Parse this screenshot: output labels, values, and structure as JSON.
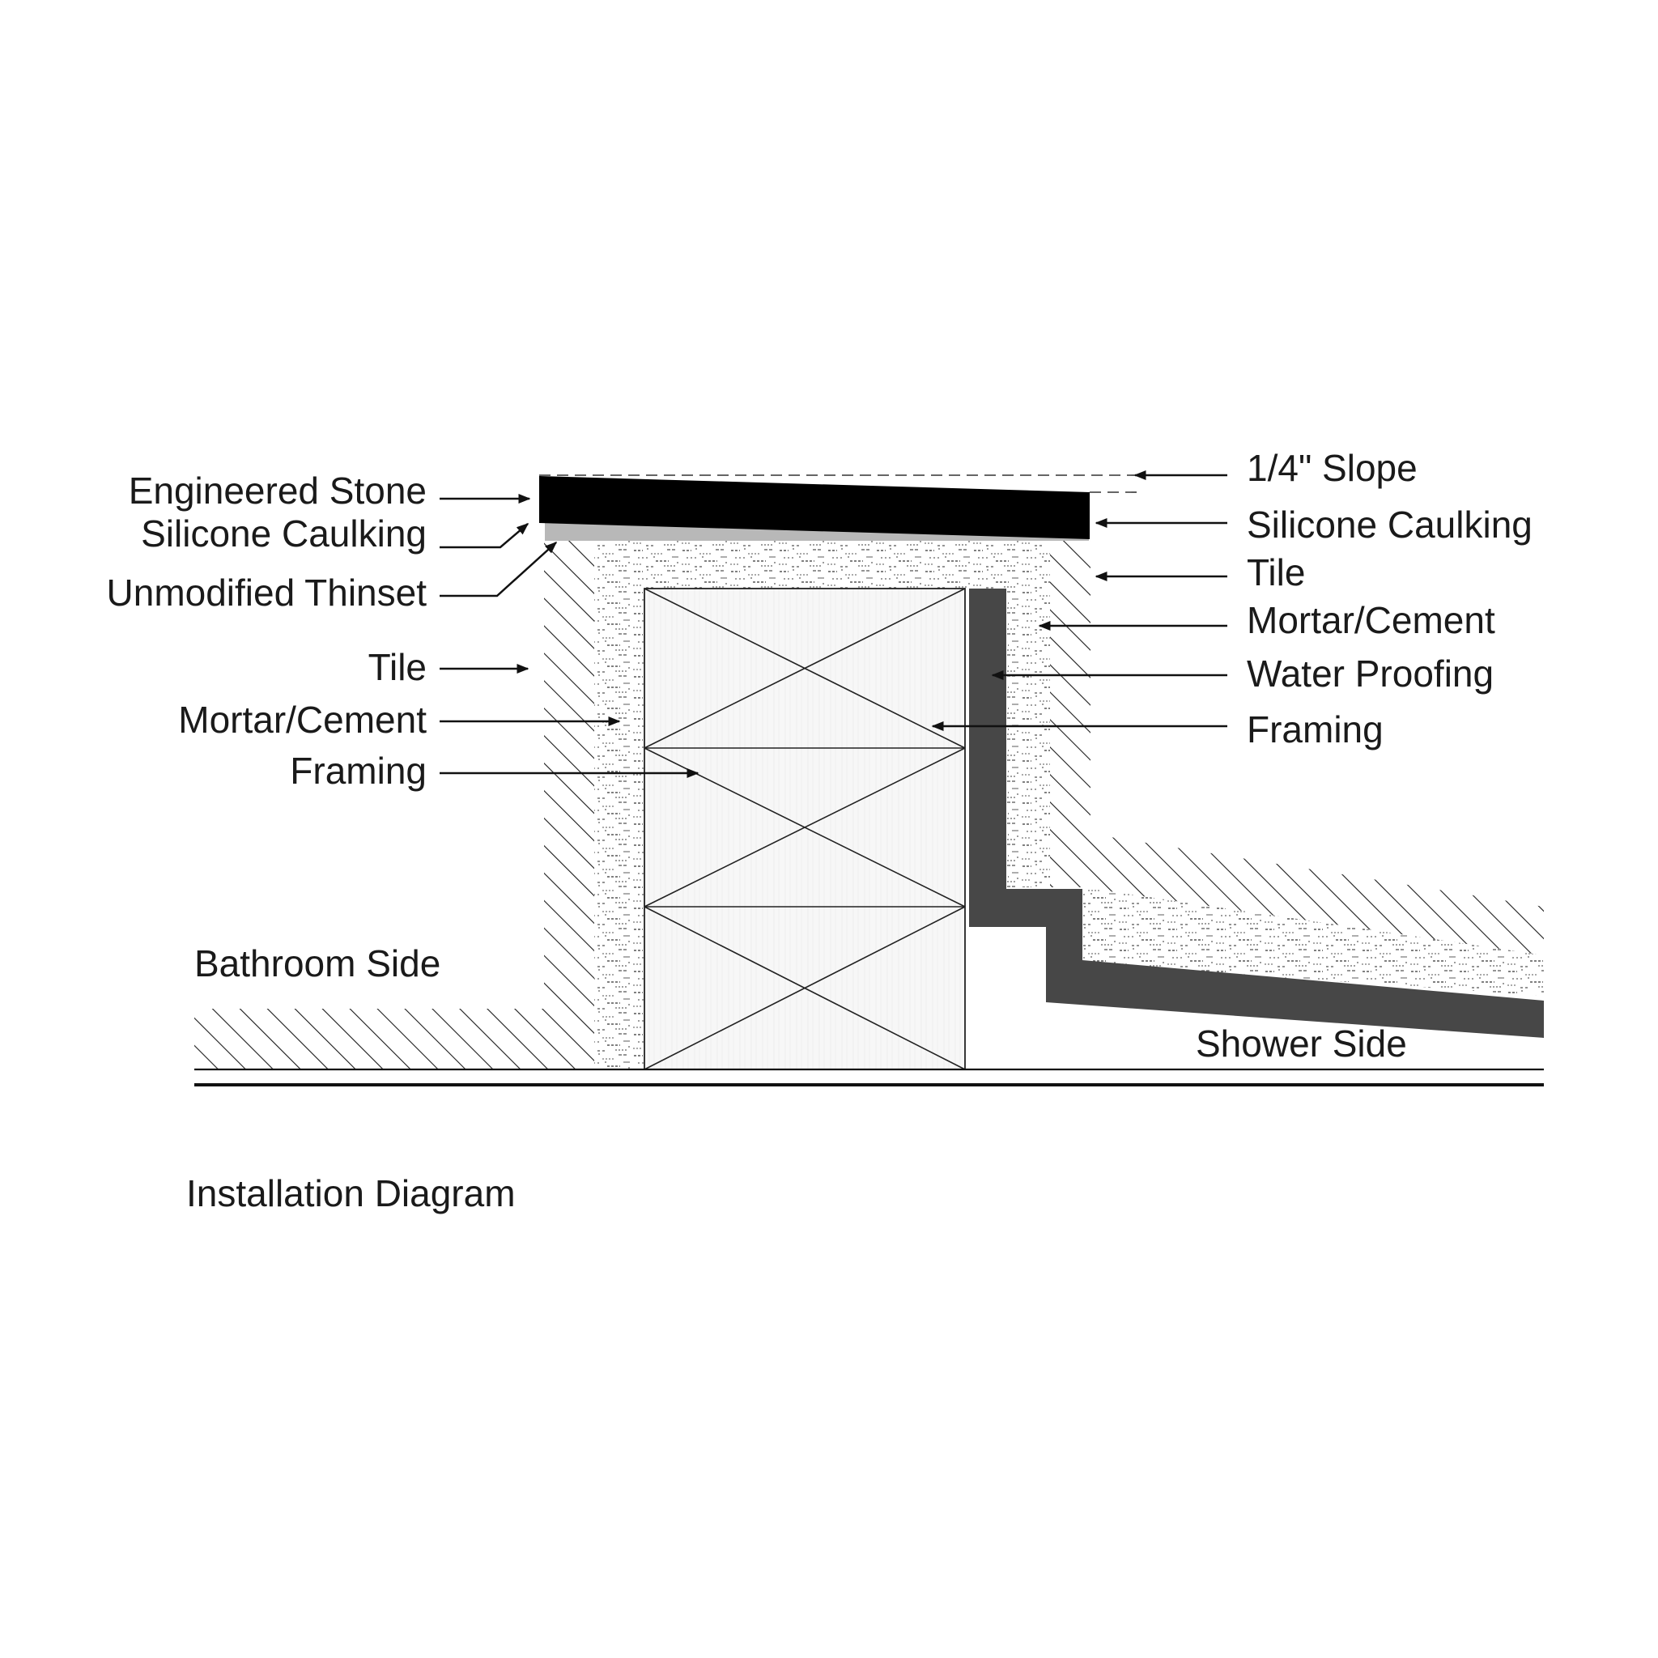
{
  "left_labels": {
    "engineered_stone": "Engineered Stone",
    "silicone_caulking": "Silicone Caulking",
    "unmodified_thinset": "Unmodified Thinset",
    "tile": "Tile",
    "mortar_cement": "Mortar/Cement",
    "framing": "Framing"
  },
  "right_labels": {
    "slope": "1/4\" Slope",
    "silicone_caulking": "Silicone Caulking",
    "tile": "Tile",
    "mortar_cement": "Mortar/Cement",
    "water_proofing": "Water Proofing",
    "framing": "Framing"
  },
  "sides": {
    "bathroom": "Bathroom Side",
    "shower": "Shower Side"
  },
  "caption": "Installation Diagram",
  "colors": {
    "stone": "#000000",
    "waterproofing": "#474747",
    "caulking": "#b8b8b8",
    "framing_fill": "#f6f6f6",
    "line": "#111111"
  }
}
